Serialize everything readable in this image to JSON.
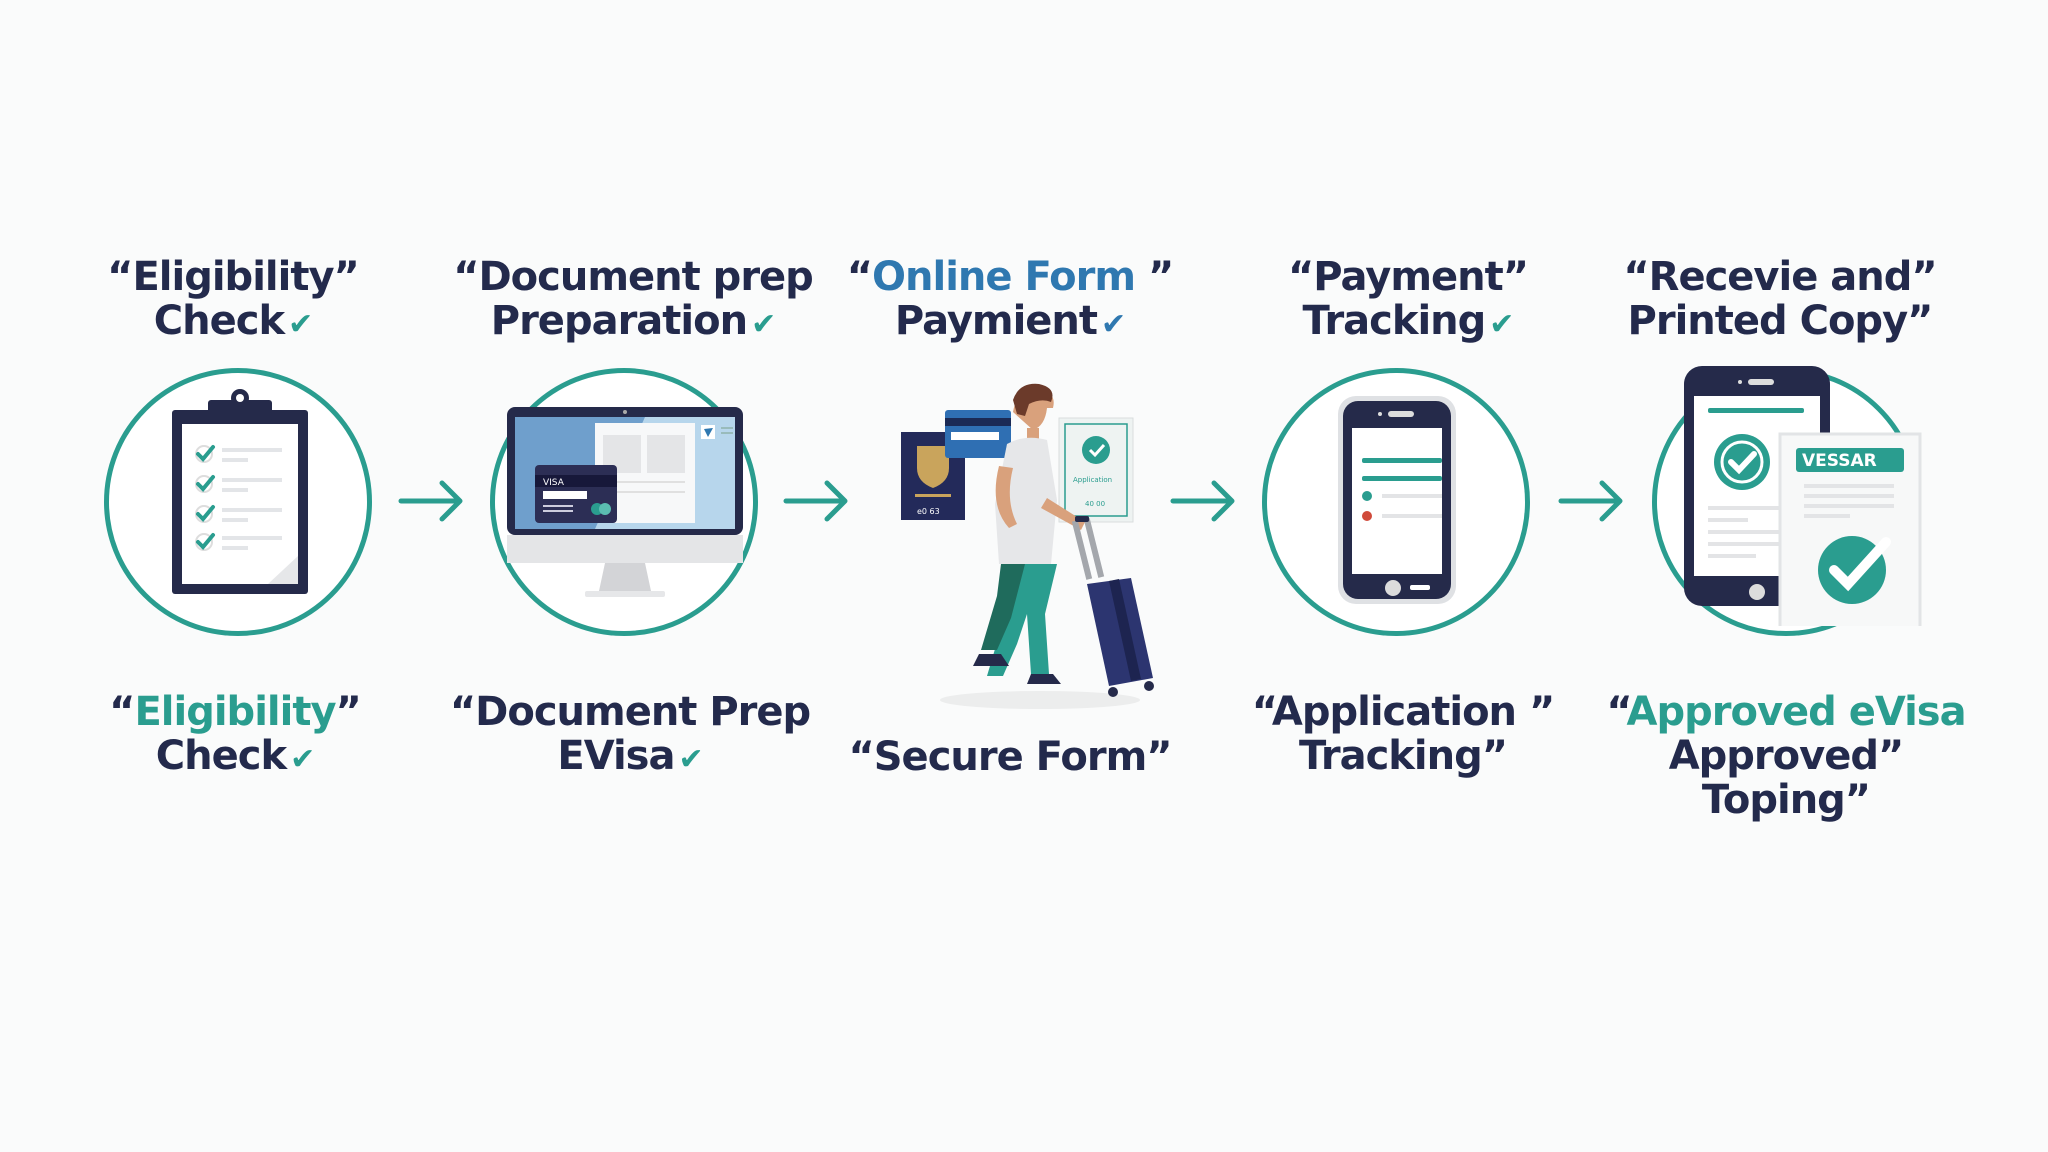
{
  "diagram": {
    "type": "process-flow",
    "accent_color": "#2a9d8f",
    "text_color": "#232a4c",
    "highlight_blue": "#2f78b0",
    "steps": [
      {
        "top_label": {
          "line1": "“Eligibility”",
          "line2": "Check"
        },
        "bottom_label": {
          "line1_open": "“",
          "line1_highlight": "Eligibility",
          "line1_close": "”",
          "line2": "Check"
        },
        "icon": "clipboard-checklist-icon"
      },
      {
        "top_label": {
          "line1": "“Document prep",
          "line2": "Preparation"
        },
        "bottom_label": {
          "line1": "“Document Prep",
          "line2": "EVisa"
        },
        "icon": "computer-visa-card-icon",
        "card_text": "VISA"
      },
      {
        "top_label": {
          "line1_open": "“",
          "line1_highlight": "Online Form",
          "line1_close": " ”",
          "line2": "Paymient"
        },
        "bottom_label": {
          "line1": "“Secure Form”"
        },
        "icon": "traveler-with-luggage-icon",
        "document_text": "Application",
        "document_code": "40 00",
        "passport_code": "e0 63"
      },
      {
        "top_label": {
          "line1": "“Payment”",
          "line2": "Tracking"
        },
        "bottom_label": {
          "line1": "“Application ”",
          "line2": "Tracking”"
        },
        "icon": "smartphone-tracking-icon"
      },
      {
        "top_label": {
          "line1": "“Recevie and”",
          "line2": "Printed Copy”"
        },
        "bottom_label": {
          "line1_open": "“",
          "line1_highlight": "Approved eVisa",
          "line2": "Approved”",
          "line3": "Toping”"
        },
        "icon": "approved-evisa-document-icon",
        "badge_text": "VESSAR"
      }
    ],
    "check_glyph": "✔",
    "arrow_count": 4
  }
}
